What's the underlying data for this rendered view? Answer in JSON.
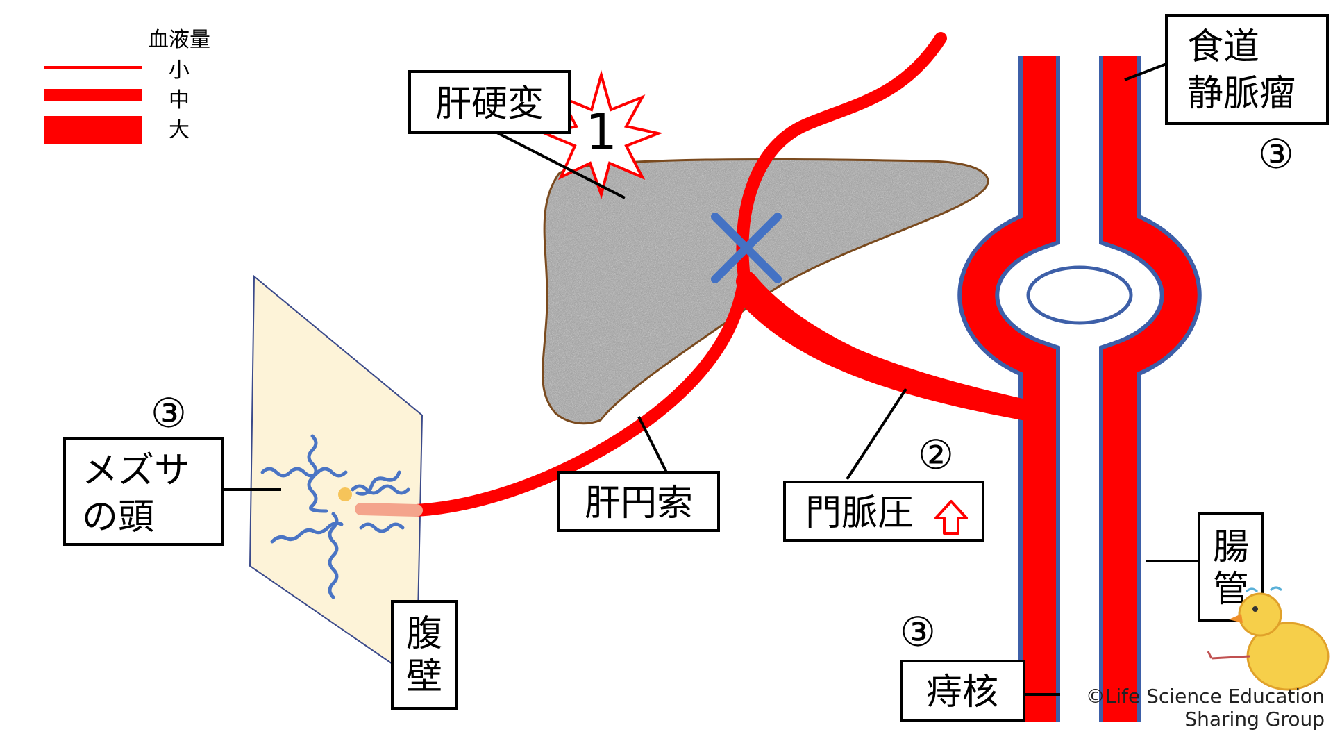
{
  "legend": {
    "title": "血液量",
    "items": [
      {
        "label": "小",
        "level": "small"
      },
      {
        "label": "中",
        "level": "medium"
      },
      {
        "label": "大",
        "level": "large"
      }
    ]
  },
  "labels": {
    "cirrhosis": "肝硬変",
    "cirrhosis_number": "1",
    "esophageal_line1": "食道",
    "esophageal_line2": "静脈瘤",
    "esophageal_circle": "③",
    "caput_line1": "メズサ",
    "caput_line2": "の頭",
    "caput_circle": "③",
    "ligament": "肝円索",
    "portal_pressure": "門脈圧",
    "portal_circle": "②",
    "intestine_line1": "腸",
    "intestine_line2": "管",
    "hemorrhoid": "痔核",
    "hemorrhoid_circle": "③",
    "abdominal_line1": "腹",
    "abdominal_line2": "壁"
  },
  "credit": {
    "line1": "©Life Science Education",
    "line2": "Sharing Group"
  },
  "colors": {
    "vessel": "#ff0000",
    "vessel_border": "#3d5fa8",
    "liver_fill": "#9a9a9a",
    "liver_border": "#7a4a1e",
    "wall_fill": "#fdf3d8",
    "squiggle": "#4a74c4",
    "cross": "#4472c4"
  },
  "icons": [
    "up-arrow-icon",
    "burst-icon",
    "cross-mark-icon",
    "chick-icon"
  ]
}
